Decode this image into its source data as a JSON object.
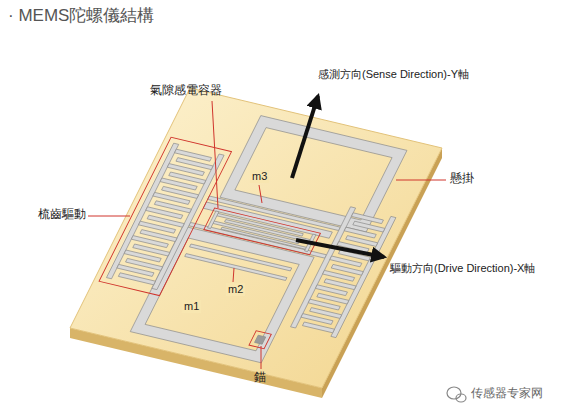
{
  "diagram": {
    "title": "· MEMS陀螺儀結構",
    "labels": [
      "氣隙感電容器",
      "感測方向(Sense Direction)-Y軸",
      "懸掛",
      "梳齒驅動",
      "m3",
      "驅動方向(Drive Direction)-X軸",
      "m2",
      "m1",
      "錨",
      "传感器专家网"
    ]
  }
}
